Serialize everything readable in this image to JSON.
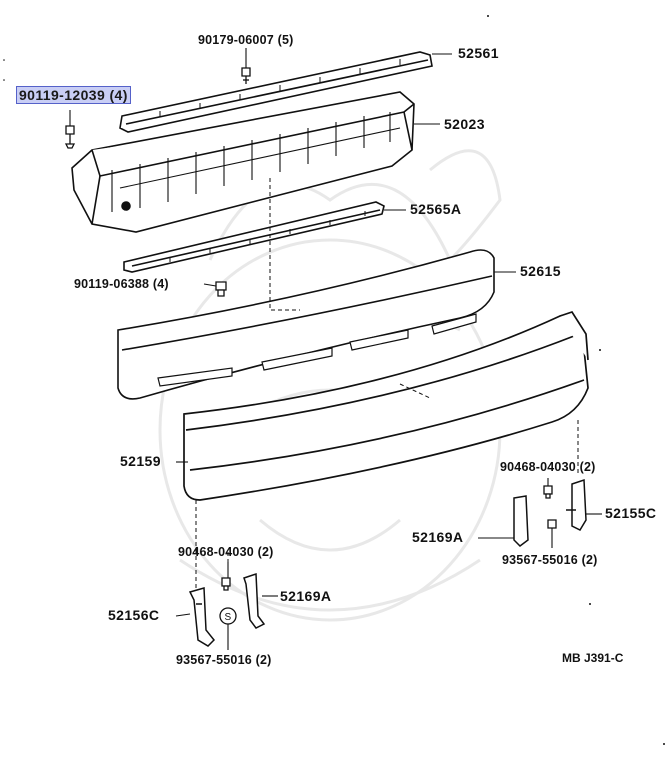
{
  "diagram": {
    "reference_code": "MB J391-C",
    "highlighted_part": "90119-12039",
    "callouts": [
      {
        "id": "p90179",
        "part": "90179-06007",
        "qty": "(5)"
      },
      {
        "id": "p52561",
        "part": "52561",
        "qty": ""
      },
      {
        "id": "p90119a",
        "part": "90119-12039",
        "qty": "(4)"
      },
      {
        "id": "p52023",
        "part": "52023",
        "qty": ""
      },
      {
        "id": "p52565a",
        "part": "52565A",
        "qty": ""
      },
      {
        "id": "p90119b",
        "part": "90119-06388",
        "qty": "(4)"
      },
      {
        "id": "p52615",
        "part": "52615",
        "qty": ""
      },
      {
        "id": "p52159",
        "part": "52159",
        "qty": ""
      },
      {
        "id": "p90468r",
        "part": "90468-04030",
        "qty": "(2)"
      },
      {
        "id": "p52155c",
        "part": "52155C",
        "qty": ""
      },
      {
        "id": "p52169ar",
        "part": "52169A",
        "qty": ""
      },
      {
        "id": "p93567r",
        "part": "93567-55016",
        "qty": "(2)"
      },
      {
        "id": "p90468l",
        "part": "90468-04030",
        "qty": "(2)"
      },
      {
        "id": "p52169al",
        "part": "52169A",
        "qty": ""
      },
      {
        "id": "p52156c",
        "part": "52156C",
        "qty": ""
      },
      {
        "id": "p93567l",
        "part": "93567-55016",
        "qty": "(2)"
      }
    ]
  }
}
